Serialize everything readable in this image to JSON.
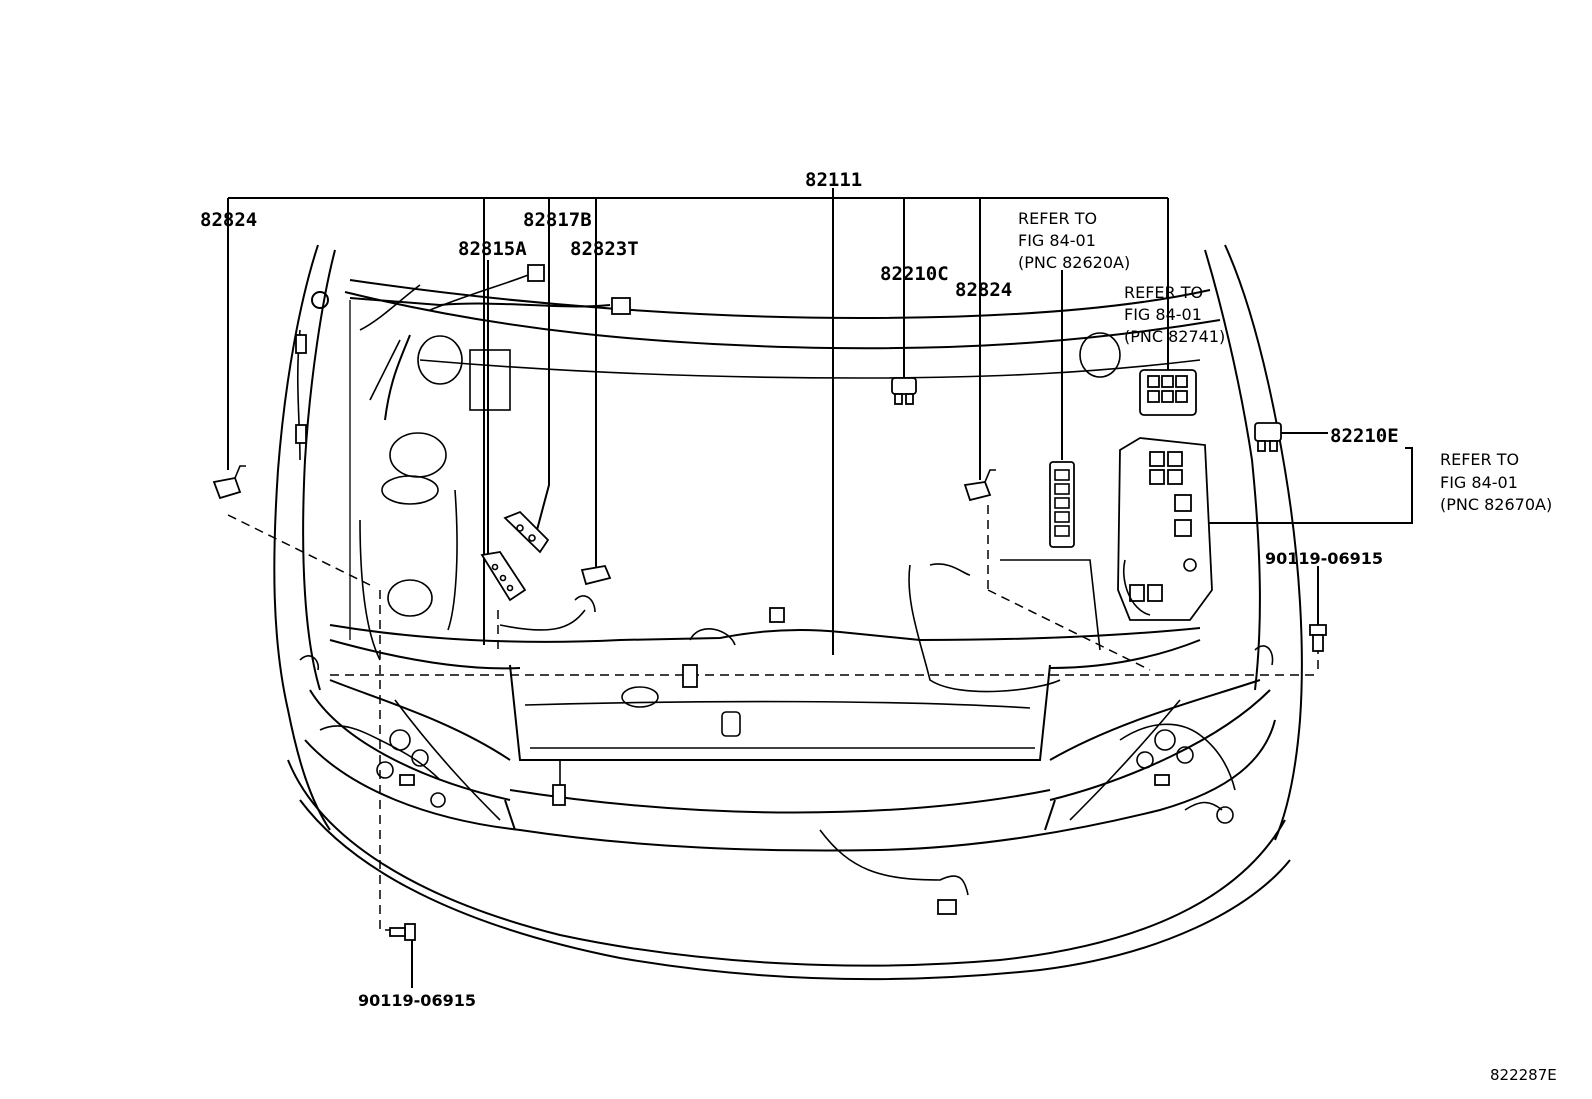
{
  "diagram": {
    "ref_code": "822287E",
    "callouts": {
      "main_harness": "82111",
      "clamp_left": "82824",
      "clamp_right": "82824",
      "part_82817B": "82817B",
      "part_82815A": "82815A",
      "part_82823T": "82823T",
      "relay_c": "82210C",
      "relay_e": "82210E",
      "bolt_left": "90119-06915",
      "bolt_right": "90119-06915"
    },
    "refer_notes": {
      "note_1": {
        "line1": "REFER TO",
        "line2": "FIG  84-01",
        "line3": "(PNC 82620A)"
      },
      "note_2": {
        "line1": "REFER TO",
        "line2": "FIG  84-01",
        "line3": "(PNC 82741)"
      },
      "note_3": {
        "line1": "REFER TO",
        "line2": "FIG  84-01",
        "line3": "(PNC 82670A)"
      }
    }
  }
}
